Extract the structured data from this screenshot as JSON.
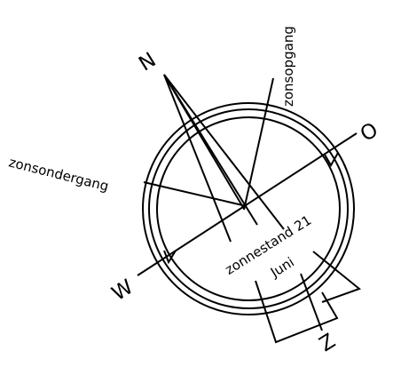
{
  "directions": {
    "north": "N",
    "east": "O",
    "south": "Z",
    "west": "W"
  },
  "labels": {
    "sunrise": "zonsopgang",
    "sunset": "zonsondergang",
    "solar_position_line1": "zonnestand 21",
    "solar_position_line2": "Juni"
  },
  "colors": {
    "stroke": "#000000",
    "background": "#ffffff"
  }
}
